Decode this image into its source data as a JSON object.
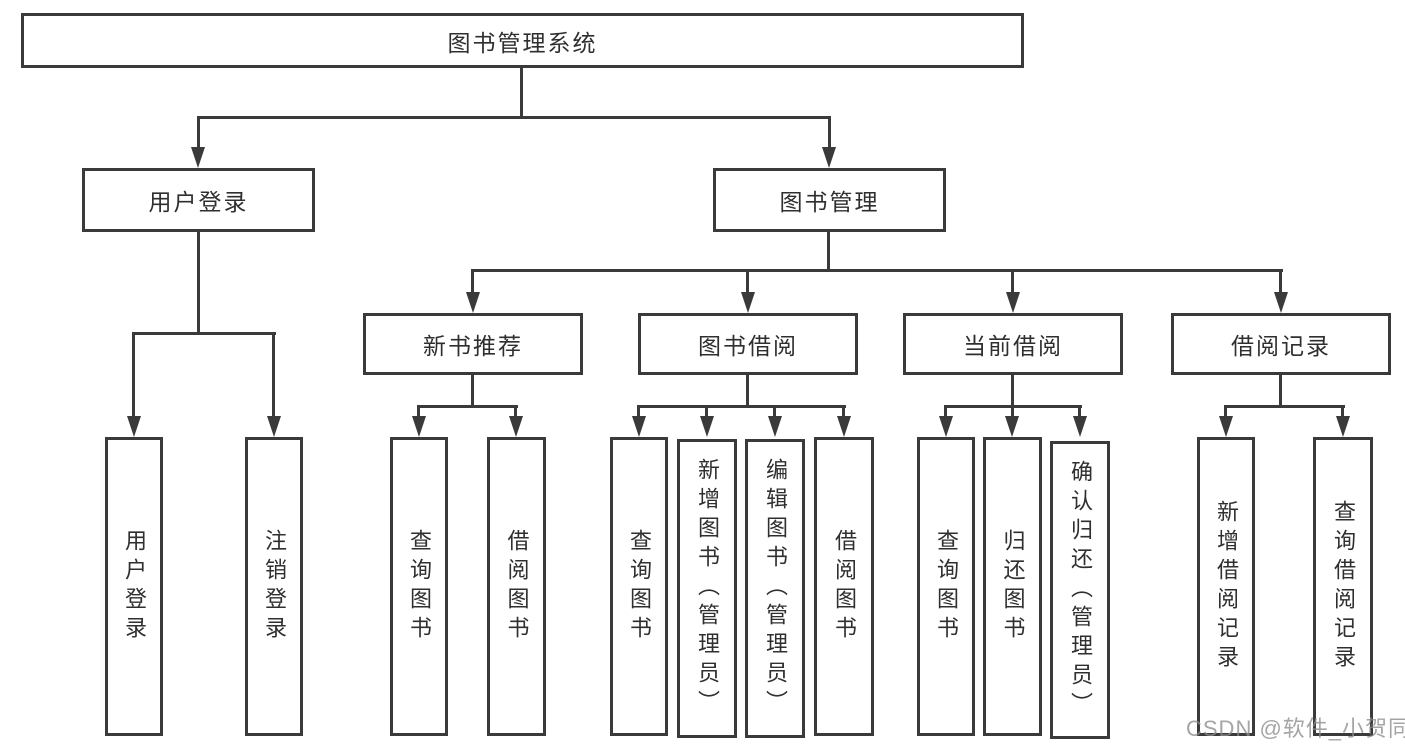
{
  "tree": {
    "root": {
      "label": "图书管理系统",
      "children": [
        {
          "label": "用户登录",
          "children": [
            {
              "label": "用户登录"
            },
            {
              "label": "注销登录"
            }
          ]
        },
        {
          "label": "图书管理",
          "children": [
            {
              "label": "新书推荐",
              "children": [
                {
                  "label": "查询图书"
                },
                {
                  "label": "借阅图书"
                }
              ]
            },
            {
              "label": "图书借阅",
              "children": [
                {
                  "label": "查询图书"
                },
                {
                  "label": "新增图书（管理员）"
                },
                {
                  "label": "编辑图书（管理员）"
                },
                {
                  "label": "借阅图书"
                }
              ]
            },
            {
              "label": "当前借阅",
              "children": [
                {
                  "label": "查询图书"
                },
                {
                  "label": "归还图书"
                },
                {
                  "label": "确认归还（管理员）"
                }
              ]
            },
            {
              "label": "借阅记录",
              "children": [
                {
                  "label": "新增借阅记录"
                },
                {
                  "label": "查询借阅记录"
                }
              ]
            }
          ]
        }
      ]
    }
  },
  "watermark": {
    "text": "CSDN @软件_小贺同学"
  },
  "colors": {
    "line": "#3a3a3a",
    "text": "#2f2f2f",
    "background": "#ffffff",
    "watermark": "#8c8c8c"
  }
}
